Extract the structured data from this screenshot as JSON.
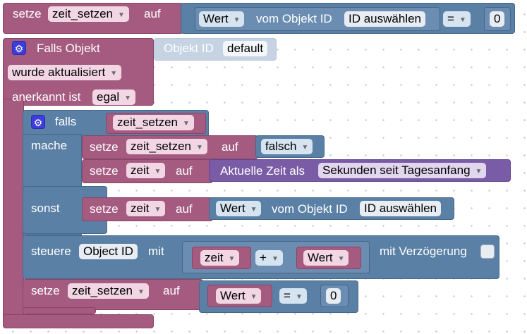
{
  "block1": {
    "set_label": "setze",
    "var": "zeit_setzen",
    "to_label": "auf",
    "value_field": "Wert",
    "from_object_label": "vom Objekt ID",
    "object_select": "ID auswählen",
    "operator": "=",
    "number": "0"
  },
  "trigger": {
    "header_label": "Falls Objekt",
    "object_id_label": "Objekt ID",
    "object_id_value": "default",
    "event": "wurde aktualisiert",
    "ack_label": "anerkannt ist",
    "ack_value": "egal"
  },
  "if_block": {
    "if_label": "falls",
    "condition_var": "zeit_setzen",
    "do_label": "mache",
    "else_label": "sonst",
    "do1": {
      "set_label": "setze",
      "var": "zeit_setzen",
      "to_label": "auf",
      "value": "falsch"
    },
    "do2": {
      "set_label": "setze",
      "var": "zeit",
      "to_label": "auf",
      "current_time_label": "Aktuelle Zeit als",
      "format": "Sekunden seit Tagesanfang"
    },
    "else1": {
      "set_label": "setze",
      "var": "zeit",
      "to_label": "auf",
      "value_field": "Wert",
      "from_object_label": "vom Objekt ID",
      "object_select": "ID auswählen"
    }
  },
  "control": {
    "label": "steuere",
    "object_id": "Object ID",
    "with_label": "mit",
    "left_var": "zeit",
    "operator": "+",
    "right_var": "Wert",
    "delay_label": "mit Verzögerung"
  },
  "set_last": {
    "set_label": "setze",
    "var": "zeit_setzen",
    "to_label": "auf",
    "value_var": "Wert",
    "operator": "=",
    "number": "0"
  },
  "colors": {
    "variables": "#a55b80",
    "logic": "#5b80a5",
    "time": "#7a5ba5",
    "gear": "#3d3ddb"
  },
  "icons": [
    "gear-icon",
    "dropdown-arrow-icon",
    "checkbox"
  ]
}
